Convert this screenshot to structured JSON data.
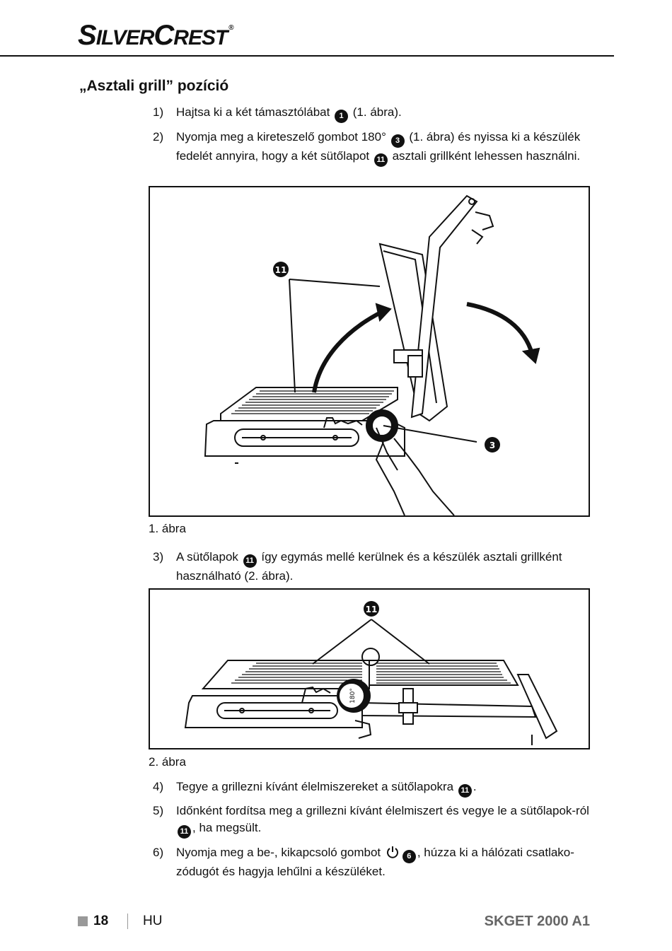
{
  "brand": {
    "logo_text_1": "S",
    "logo_text_2": "ILVER",
    "logo_text_3": "C",
    "logo_text_4": "REST",
    "registered": "®"
  },
  "section_title": "„Asztali grill” pozíció",
  "steps": [
    {
      "num": "1)",
      "parts": [
        "Hajtsa ki a két támasztólábat ",
        "1",
        " (1. ábra)."
      ]
    },
    {
      "num": "2)",
      "parts": [
        "Nyomja meg a kireteszelő gombot 180° ",
        "3",
        " (1. ábra) és nyissa ki a készülék fedelét annyira, hogy a két sütőlapot ",
        "11",
        " asztali grillként lehessen használni."
      ]
    },
    {
      "num": "3)",
      "parts": [
        "A sütőlapok ",
        "11",
        " így egymás mellé kerülnek és a készülék asztali grillként használható (2. ábra)."
      ]
    },
    {
      "num": "4)",
      "parts": [
        "Tegye a grillezni kívánt élelmiszereket a sütőlapokra ",
        "11",
        "."
      ]
    },
    {
      "num": "5)",
      "parts": [
        "Időnként fordítsa meg a grillezni kívánt élelmiszert és vegye le a sütőlapok-ról ",
        "11",
        ", ha megsült."
      ]
    },
    {
      "num": "6)",
      "parts": [
        "Nyomja meg a be-, kikapcsoló gombot ",
        "6",
        ", húzza ki a hálózati csatlako-zódugót és hagyja lehűlni a készüléket."
      ]
    }
  ],
  "figure1": {
    "caption": "1. ábra",
    "callout_plates": "11",
    "callout_button": "3"
  },
  "figure2": {
    "caption": "2. ábra",
    "callout_plates": "11",
    "dial_label": "180°"
  },
  "footer": {
    "page": "18",
    "lang": "HU",
    "model": "SKGET 2000 A1"
  }
}
